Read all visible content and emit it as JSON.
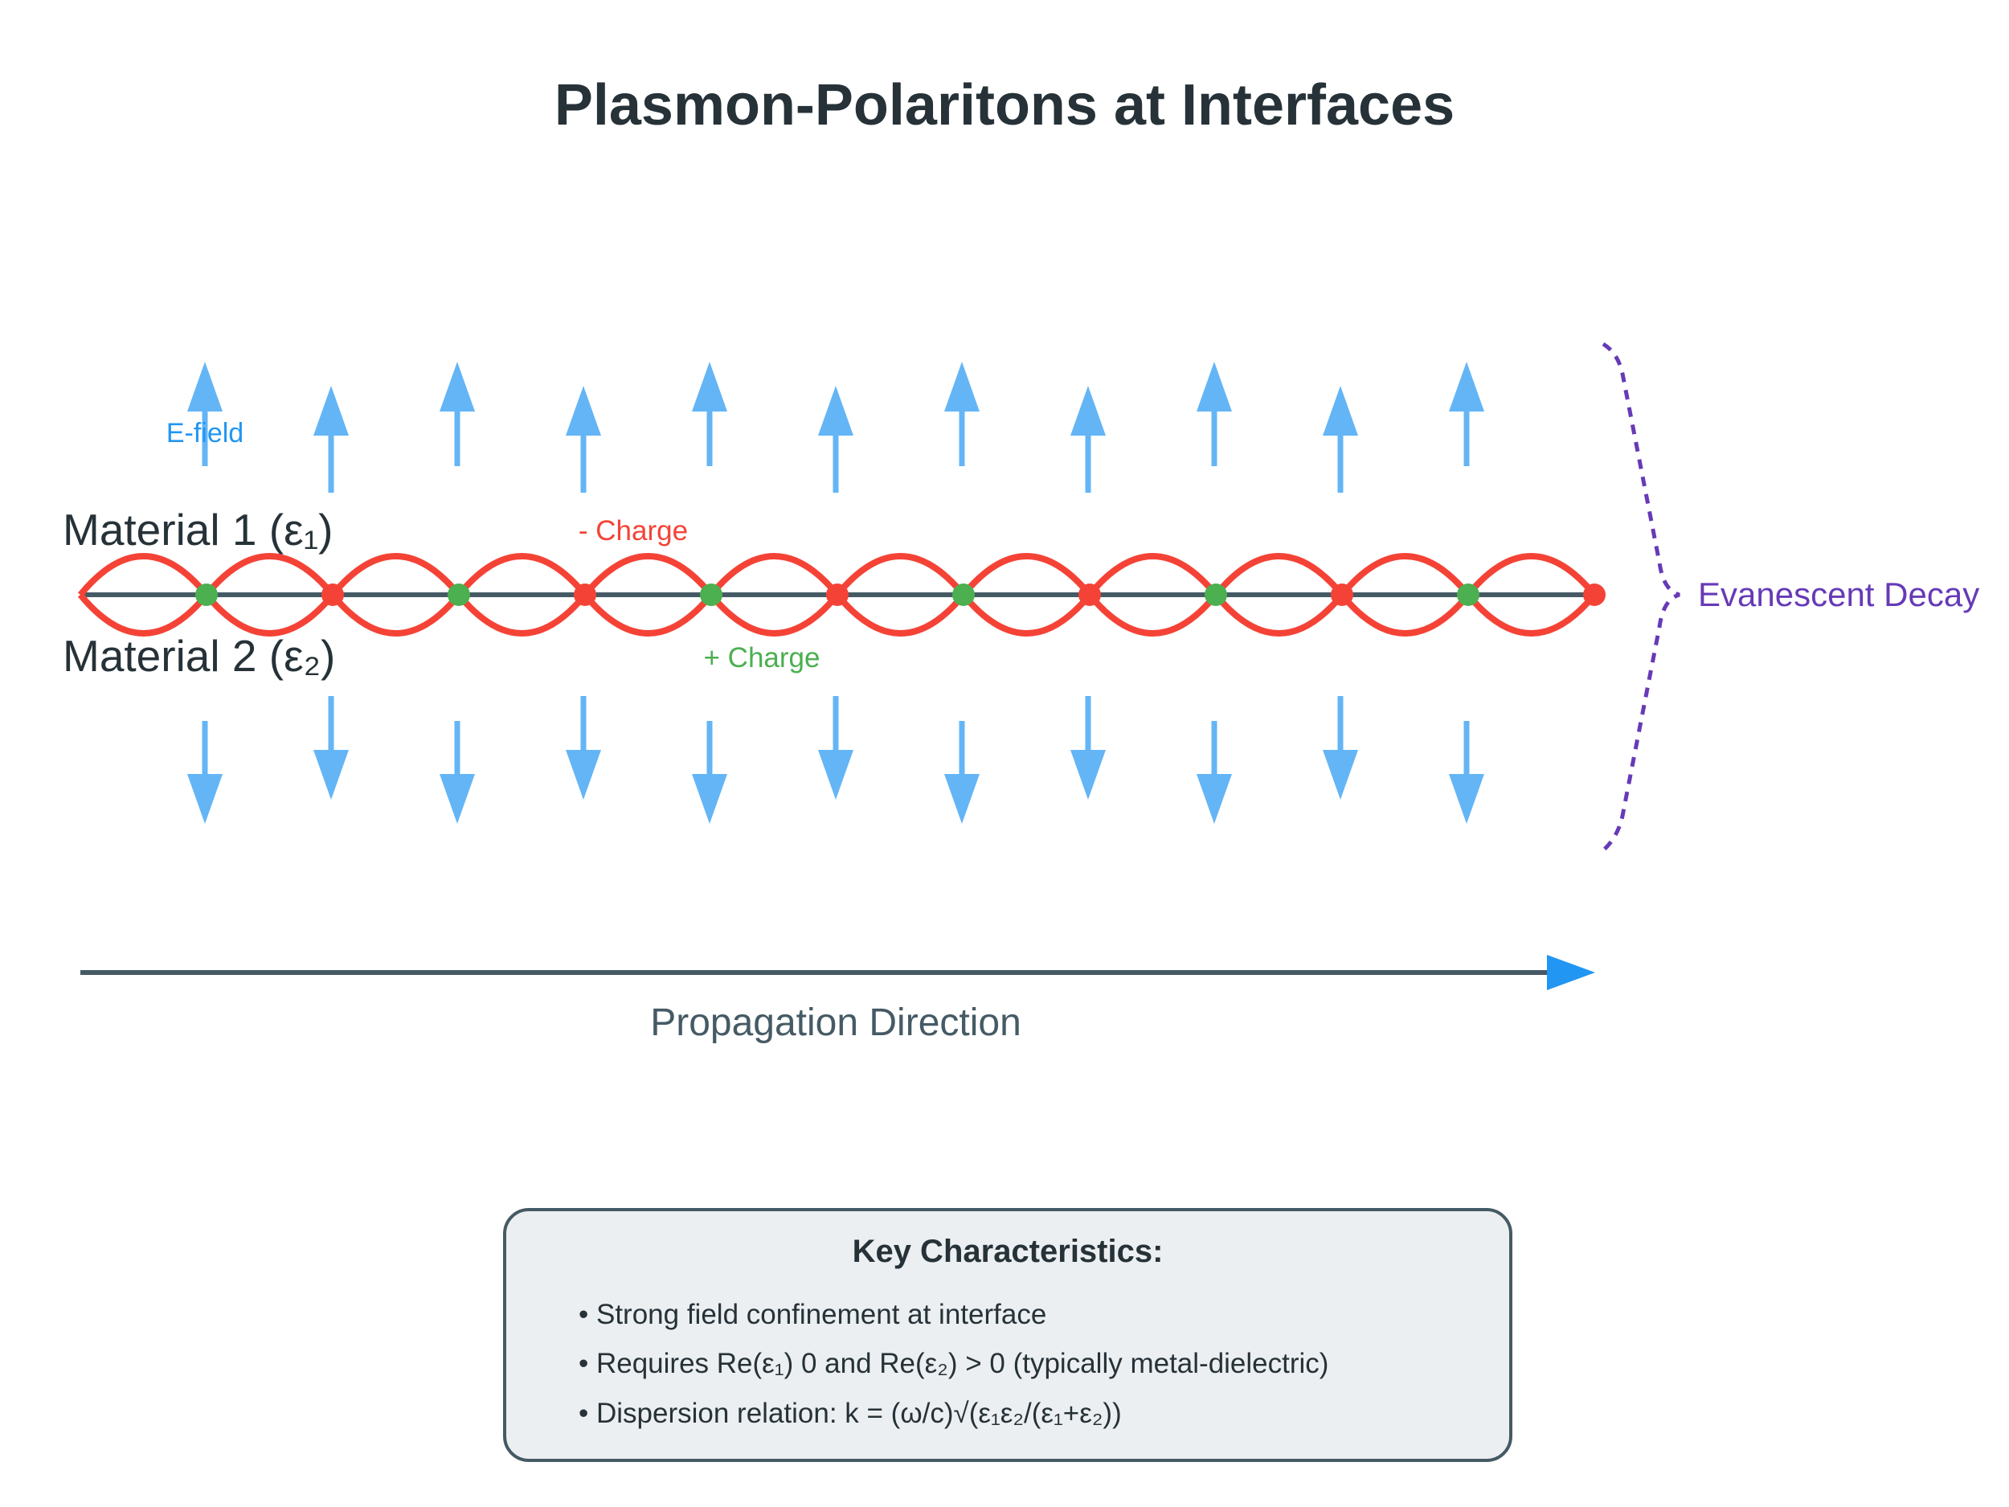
{
  "title": "Plasmon-Polaritons at Interfaces",
  "materials": {
    "top": "Material 1 (ε₁)",
    "bottom": "Material 2 (ε₂)"
  },
  "labels": {
    "e_field": "E-field",
    "negative_charge": "- Charge",
    "positive_charge": "+ Charge",
    "evanescent_decay": "Evanescent Decay",
    "propagation": "Propagation Direction"
  },
  "key_characteristics": {
    "heading": "Key Characteristics:",
    "items": [
      "• Strong field confinement at interface",
      "• Requires Re(ε₁) 0 and Re(ε₂) > 0 (typically metal-dielectric)",
      "• Dispersion relation: k = (ω/c)√(ε₁ε₂/(ε₁+ε₂))"
    ]
  },
  "nodes": [
    "positive",
    "negative",
    "positive",
    "negative",
    "positive",
    "negative",
    "positive",
    "negative",
    "positive",
    "negative",
    "positive",
    "negative"
  ],
  "colors": {
    "wave": "#F44336",
    "positive": "#4CAF50",
    "negative": "#F44336",
    "field_arrow": "#64B5F6",
    "interface": "#455A64",
    "propagation_arrow": "#2196F3",
    "decay": "#673AB7",
    "box_fill": "#ECEFF1",
    "box_stroke": "#455A64"
  }
}
